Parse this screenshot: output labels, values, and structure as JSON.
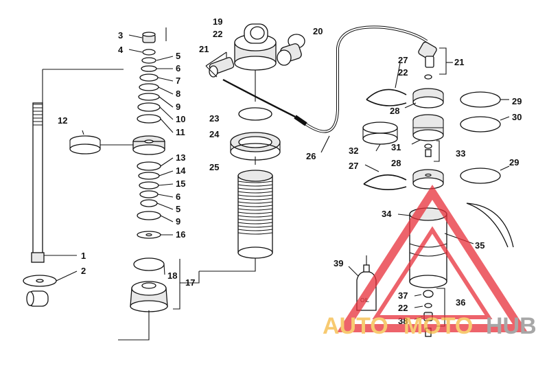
{
  "diagram": {
    "labels": [
      {
        "id": "3",
        "text": "3"
      },
      {
        "id": "4",
        "text": "4"
      },
      {
        "id": "5a",
        "text": "5"
      },
      {
        "id": "6a",
        "text": "6"
      },
      {
        "id": "7",
        "text": "7"
      },
      {
        "id": "8",
        "text": "8"
      },
      {
        "id": "9a",
        "text": "9"
      },
      {
        "id": "10",
        "text": "10"
      },
      {
        "id": "11",
        "text": "11"
      },
      {
        "id": "12",
        "text": "12"
      },
      {
        "id": "13",
        "text": "13"
      },
      {
        "id": "14",
        "text": "14"
      },
      {
        "id": "15",
        "text": "15"
      },
      {
        "id": "6b",
        "text": "6"
      },
      {
        "id": "5b",
        "text": "5"
      },
      {
        "id": "9b",
        "text": "9"
      },
      {
        "id": "16",
        "text": "16"
      },
      {
        "id": "1",
        "text": "1"
      },
      {
        "id": "2",
        "text": "2"
      },
      {
        "id": "18",
        "text": "18"
      },
      {
        "id": "17",
        "text": "17"
      },
      {
        "id": "19",
        "text": "19"
      },
      {
        "id": "22a",
        "text": "22"
      },
      {
        "id": "20",
        "text": "20"
      },
      {
        "id": "21a",
        "text": "21"
      },
      {
        "id": "23",
        "text": "23"
      },
      {
        "id": "24",
        "text": "24"
      },
      {
        "id": "25",
        "text": "25"
      },
      {
        "id": "26",
        "text": "26"
      },
      {
        "id": "27a",
        "text": "27"
      },
      {
        "id": "22b",
        "text": "22"
      },
      {
        "id": "21b",
        "text": "21"
      },
      {
        "id": "29a",
        "text": "29"
      },
      {
        "id": "28a",
        "text": "28"
      },
      {
        "id": "30",
        "text": "30"
      },
      {
        "id": "32",
        "text": "32"
      },
      {
        "id": "31",
        "text": "31"
      },
      {
        "id": "33",
        "text": "33"
      },
      {
        "id": "27b",
        "text": "27"
      },
      {
        "id": "28b",
        "text": "28"
      },
      {
        "id": "29b",
        "text": "29"
      },
      {
        "id": "34",
        "text": "34"
      },
      {
        "id": "35",
        "text": "35"
      },
      {
        "id": "39",
        "text": "39"
      },
      {
        "id": "37",
        "text": "37"
      },
      {
        "id": "22c",
        "text": "22"
      },
      {
        "id": "36",
        "text": "36"
      },
      {
        "id": "38",
        "text": "38"
      }
    ],
    "oil_bottle_text": "OIL"
  },
  "watermark": {
    "part1": "AUTO",
    "part2": "MOTO",
    "part3": "HUB",
    "color_orange": "#f5b942",
    "color_red": "#e8303a",
    "color_gray": "#8a8a8a"
  }
}
